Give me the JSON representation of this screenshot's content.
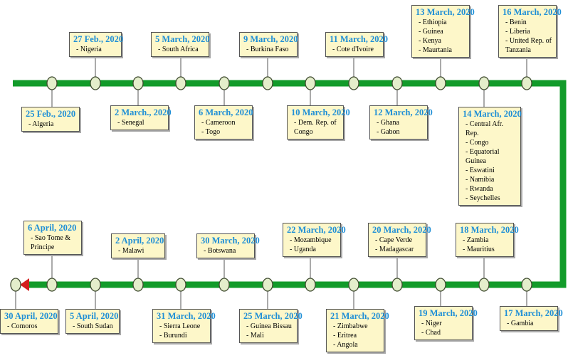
{
  "colors": {
    "track": "#129b2a",
    "node_fill": "#e4eecb",
    "node_stroke": "#3f4a2f",
    "box_fill": "#fdf7c9",
    "date_text": "#1f8fd6",
    "arrow": "#d41f1f"
  },
  "events": [
    {
      "date": "25 Feb., 2020",
      "countries": [
        "Algeria"
      ]
    },
    {
      "date": "27 Feb., 2020",
      "countries": [
        "Nigeria"
      ]
    },
    {
      "date": "2 March., 2020",
      "countries": [
        "Senegal"
      ]
    },
    {
      "date": "5 March, 2020",
      "countries": [
        "South Africa"
      ]
    },
    {
      "date": "6 March, 2020",
      "countries": [
        "Cameroon",
        "Togo"
      ]
    },
    {
      "date": "9 March, 2020",
      "countries": [
        "Burkina Faso"
      ]
    },
    {
      "date": "10 March, 2020",
      "countries": [
        "Dem. Rep. of Congo"
      ]
    },
    {
      "date": "11 March, 2020",
      "countries": [
        "Cote d'Ivoire"
      ]
    },
    {
      "date": "12 March, 2020",
      "countries": [
        "Ghana",
        "Gabon"
      ]
    },
    {
      "date": "13 March, 2020",
      "countries": [
        "Ethiopia",
        "Guinea",
        "Kenya",
        "Maurtania"
      ]
    },
    {
      "date": "14 March, 2020",
      "countries": [
        "Central Afr. Rep.",
        "Congo",
        "Equatorial Guinea",
        "Eswatini",
        "Namibia",
        "Rwanda",
        "Seychelles"
      ]
    },
    {
      "date": "16 March, 2020",
      "countries": [
        "Benin",
        "Liberia",
        "United Rep. of Tanzania"
      ]
    },
    {
      "date": "17 March, 2020",
      "countries": [
        "Gambia"
      ]
    },
    {
      "date": "18 March, 2020",
      "countries": [
        "Zambia",
        "Mauritius"
      ]
    },
    {
      "date": "19 March, 2020",
      "countries": [
        "Niger",
        "Chad"
      ]
    },
    {
      "date": "20 March, 2020",
      "countries": [
        "Cape Verde",
        "Madagascar"
      ]
    },
    {
      "date": "21 March, 2020",
      "countries": [
        "Zimbabwe",
        "Eritrea",
        "Angola"
      ]
    },
    {
      "date": "22 March, 2020",
      "countries": [
        "Mozambique",
        "Uganda"
      ]
    },
    {
      "date": "25 March, 2020",
      "countries": [
        "Guinea Bissau",
        "Mali"
      ]
    },
    {
      "date": "30 March, 2020",
      "countries": [
        "Botswana"
      ]
    },
    {
      "date": "31 March, 2020",
      "countries": [
        "Sierra Leone",
        "Burundi"
      ]
    },
    {
      "date": "2 April, 2020",
      "countries": [
        "Malawi"
      ]
    },
    {
      "date": "5 April, 2020",
      "countries": [
        "South Sudan"
      ]
    },
    {
      "date": "6 April, 2020",
      "countries": [
        "Sao Tome & Principe"
      ]
    },
    {
      "date": "30 April, 2020",
      "countries": [
        "Comoros"
      ]
    }
  ]
}
